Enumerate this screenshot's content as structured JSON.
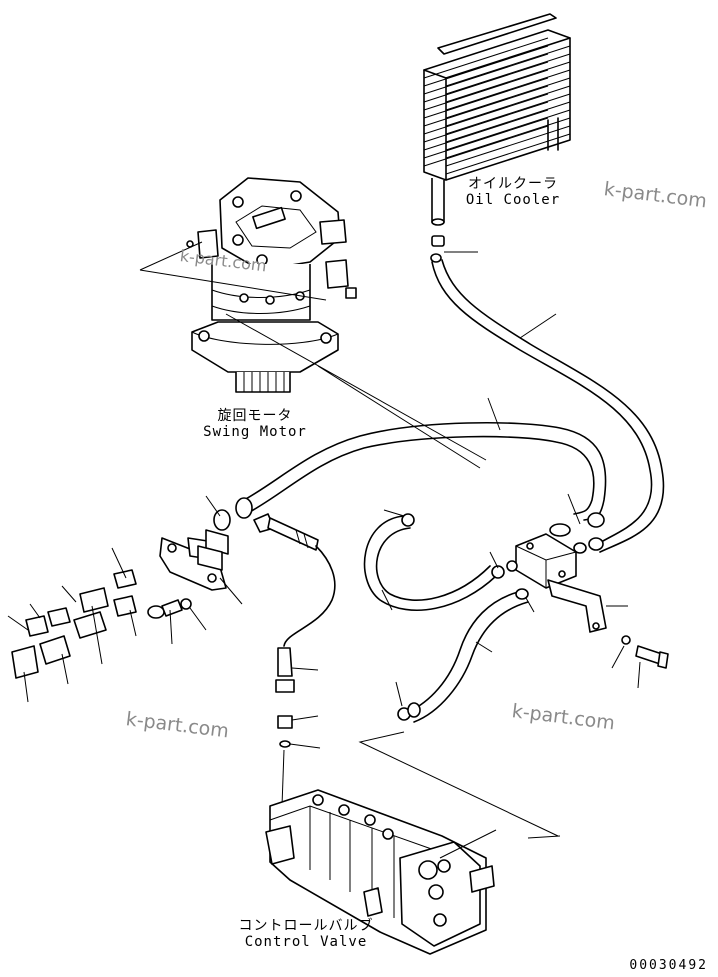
{
  "components": {
    "oil_cooler": {
      "jp": "オイルクーラ",
      "en": "Oil Cooler"
    },
    "swing_motor": {
      "jp": "旋回モータ",
      "en": "Swing Motor"
    },
    "control_valve": {
      "jp": "コントロールバルブ",
      "en": "Control Valve"
    }
  },
  "watermark": "k-part.com",
  "drawing_code": "00030492"
}
